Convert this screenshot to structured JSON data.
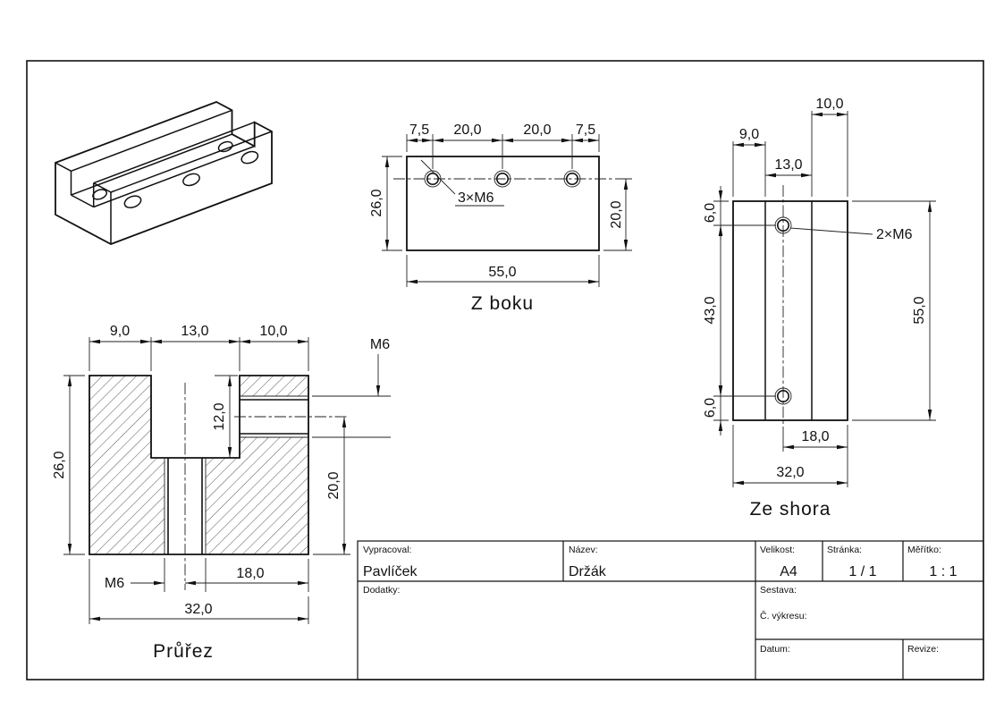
{
  "views": {
    "z_boku": {
      "title": "Z boku",
      "dim_7_5_a": "7,5",
      "dim_20_a": "20,0",
      "dim_20_b": "20,0",
      "dim_7_5_b": "7,5",
      "dim_26": "26,0",
      "dim_20_r": "20,0",
      "dim_55": "55,0",
      "thread_label": "3×M6"
    },
    "ze_shora": {
      "title": "Ze shora",
      "dim_10": "10,0",
      "dim_9": "9,0",
      "dim_13": "13,0",
      "dim_6_a": "6,0",
      "dim_43": "43,0",
      "dim_6_b": "6,0",
      "dim_55": "55,0",
      "dim_18": "18,0",
      "dim_32": "32,0",
      "thread_label": "2×M6"
    },
    "prurez": {
      "title": "Průřez",
      "dim_9": "9,0",
      "dim_13": "13,0",
      "dim_10": "10,0",
      "dim_26": "26,0",
      "dim_12": "12,0",
      "dim_20": "20,0",
      "dim_18": "18,0",
      "dim_32": "32,0",
      "thread_side": "M6",
      "thread_bottom": "M6"
    }
  },
  "title_block": {
    "vypracoval": {
      "label": "Vypracoval:",
      "value": "Pavlíček"
    },
    "nazev": {
      "label": "Název:",
      "value": "Držák"
    },
    "velikost": {
      "label": "Velikost:",
      "value": "A4"
    },
    "stranka": {
      "label": "Stránka:",
      "value": "1 / 1"
    },
    "meritko": {
      "label": "Měřítko:",
      "value": "1 : 1"
    },
    "dodatky": {
      "label": "Dodatky:"
    },
    "sestava": {
      "label": "Sestava:"
    },
    "cislo_vykresu": {
      "label": "Č. výkresu:"
    },
    "datum": {
      "label": "Datum:"
    },
    "revize": {
      "label": "Revize:"
    }
  }
}
